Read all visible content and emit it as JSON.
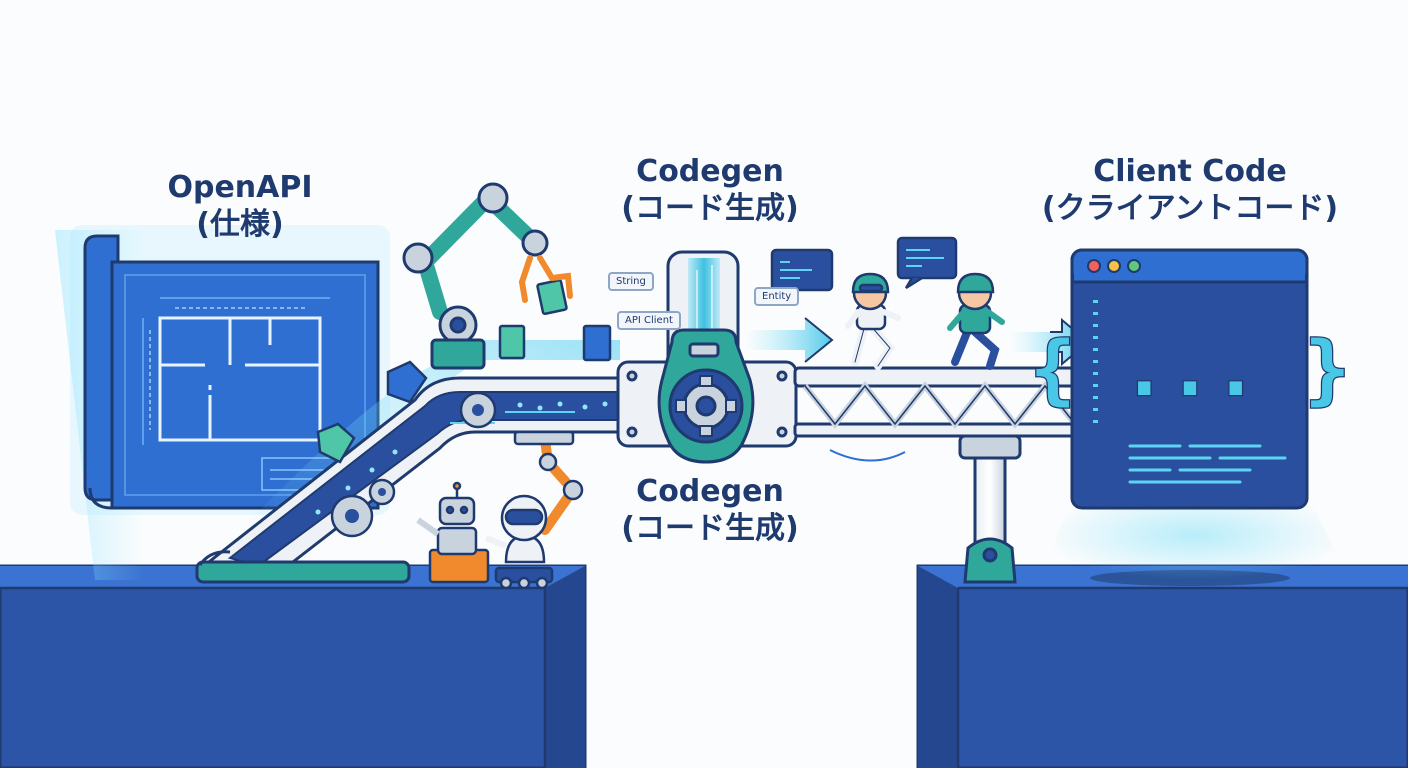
{
  "labels": {
    "openapi": {
      "line1": "OpenAPI",
      "line2": "(仕様)"
    },
    "codegen_top": {
      "line1": "Codegen",
      "line2": "(コード生成)"
    },
    "codegen_bottom": {
      "line1": "Codegen",
      "line2": "(コード生成)"
    },
    "client": {
      "line1": "Client Code",
      "line2": "(クライアントコード)"
    }
  },
  "tags": {
    "string": "String",
    "api_client": "API Client",
    "entity": "Entity"
  },
  "code_window": {
    "braces": "{ ... }"
  },
  "icons": {
    "blueprint": "blueprint-icon",
    "robot_arm": "robot-arm-icon",
    "gear": "gear-icon",
    "robot": "robot-icon",
    "runner": "runner-icon",
    "code_window": "code-window-icon"
  },
  "colors": {
    "navy": "#1f3a6e",
    "blue": "#2f6fd1",
    "deep_blue": "#2a4f9e",
    "teal": "#2fa79a",
    "cyan": "#48c8e6",
    "orange": "#f08a2c",
    "steel": "#c9d3de"
  }
}
